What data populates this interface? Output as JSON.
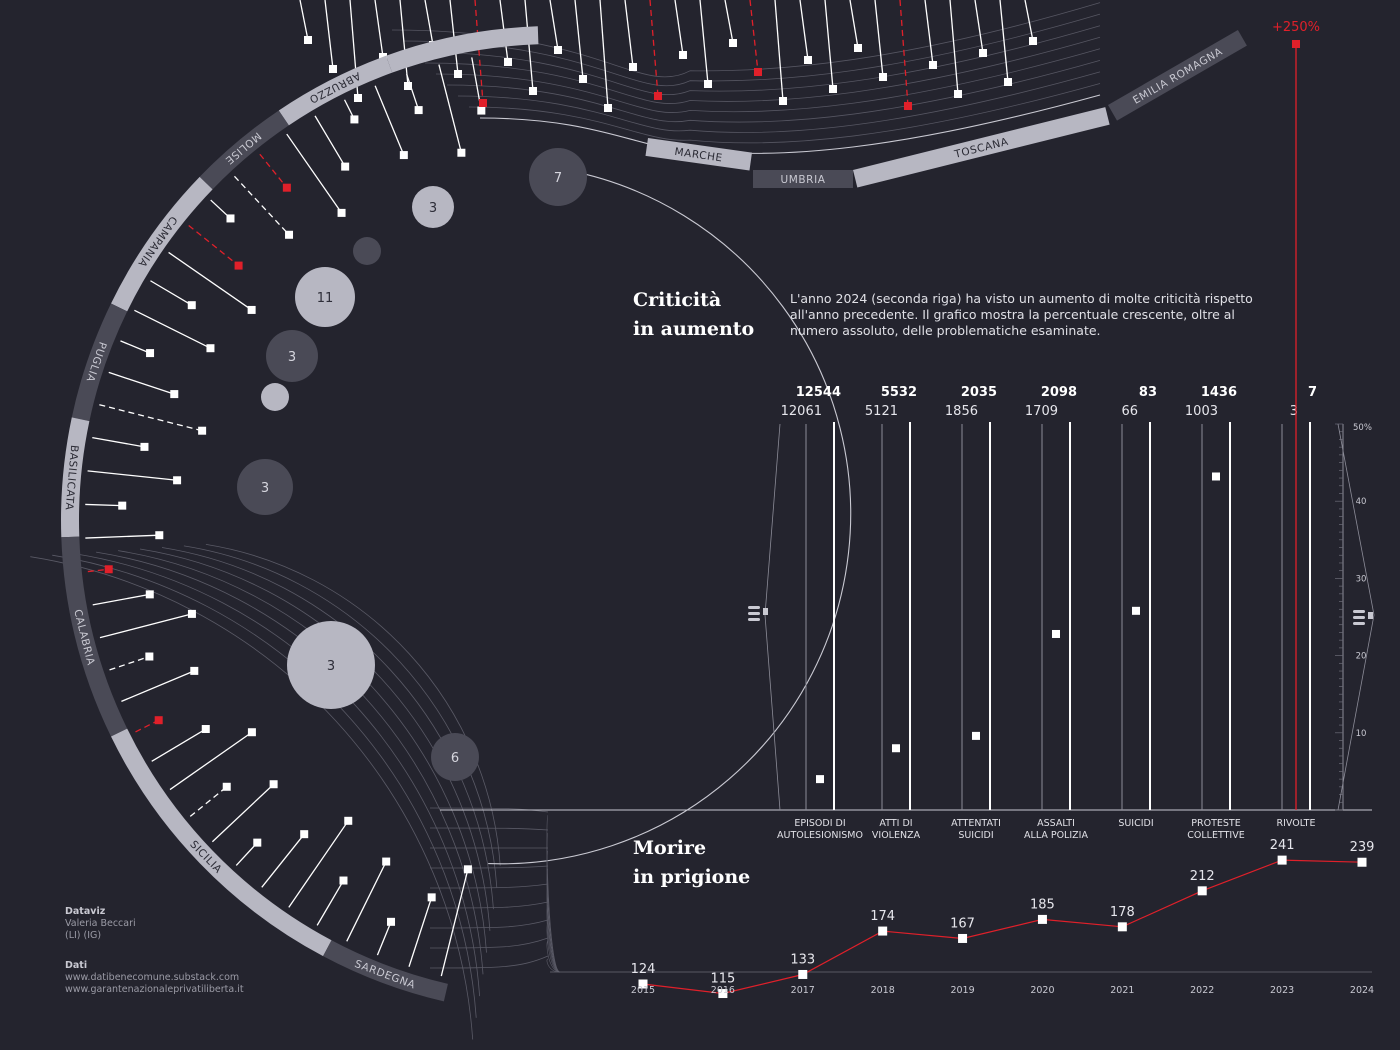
{
  "regions": [
    {
      "name": "ABRUZZO",
      "shade": "light"
    },
    {
      "name": "MOLISE",
      "shade": "dark"
    },
    {
      "name": "CAMPANIA",
      "shade": "light"
    },
    {
      "name": "PUGLIA",
      "shade": "dark"
    },
    {
      "name": "BASILICATA",
      "shade": "light"
    },
    {
      "name": "CALABRIA",
      "shade": "dark"
    },
    {
      "name": "SICILIA",
      "shade": "light"
    },
    {
      "name": "SARDEGNA",
      "shade": "dark"
    },
    {
      "name": "MARCHE",
      "shade": "light"
    },
    {
      "name": "UMBRIA",
      "shade": "dark"
    },
    {
      "name": "TOSCANA",
      "shade": "light"
    },
    {
      "name": "EMILIA ROMAGNA",
      "shade": "dark"
    }
  ],
  "bubbles": [
    {
      "label": "7"
    },
    {
      "label": "3"
    },
    {
      "label": ""
    },
    {
      "label": "11"
    },
    {
      "label": "3"
    },
    {
      "label": ""
    },
    {
      "label": "3"
    },
    {
      "label": "3"
    },
    {
      "label": "6"
    }
  ],
  "section1": {
    "title_line1": "Criticità",
    "title_line2": "in aumento",
    "desc_line1": "L'anno 2024 (seconda riga) ha visto un aumento di molte criticità rispetto",
    "desc_line2": "all'anno precedente. Il grafico mostra la percentuale crescente, oltre al",
    "desc_line3": "numero assoluto, delle problematiche esaminate."
  },
  "section2": {
    "title_line1": "Morire",
    "title_line2": "in prigione"
  },
  "credits": {
    "dataviz_heading": "Dataviz",
    "author": "Valeria Beccari",
    "author_tags": "(LI)  (IG)",
    "data_heading": "Dati",
    "source1": "www.datibenecomune.substack.com",
    "source2": "www.garantenazionaleprivatiliberta.it"
  },
  "colors": {
    "background": "#24242e",
    "accent_red": "#e0202a",
    "white": "#ffffff",
    "band_light": "#b7b7c2",
    "band_dark": "#4a4a56"
  },
  "chart_data": [
    {
      "type": "bar",
      "categories": [
        "EPISODI DI AUTOLESIONISMO",
        "ATTI DI VIOLENZA",
        "ATTENTATI SUICIDI",
        "ASSALTI ALLA POLIZIA",
        "SUICIDI",
        "PROTESTE COLLETTIVE",
        "RIVOLTE"
      ],
      "category_lines": [
        [
          "EPISODI DI",
          "AUTOLESIONISMO"
        ],
        [
          "ATTI DI",
          "VIOLENZA"
        ],
        [
          "ATTENTATI",
          "SUICIDI"
        ],
        [
          "ASSALTI",
          "ALLA POLIZIA"
        ],
        [
          "SUICIDI"
        ],
        [
          "PROTESTE",
          "COLLETTIVE"
        ],
        [
          "RIVOLTE"
        ]
      ],
      "series": [
        {
          "name": "2023",
          "values": [
            12061,
            5121,
            1856,
            1709,
            66,
            1003,
            3
          ]
        },
        {
          "name": "2024",
          "values": [
            12544,
            5532,
            2035,
            2098,
            83,
            1436,
            7
          ]
        }
      ],
      "pct_increase": [
        4,
        8,
        9.6,
        22.8,
        25.8,
        43.2,
        250
      ],
      "pct_axis": {
        "ticks": [
          10,
          20,
          30,
          40
        ],
        "max_label": "50%",
        "ylim": [
          0,
          50
        ]
      },
      "outlier_label": "+250%"
    },
    {
      "type": "line",
      "x": [
        "2015",
        "2016",
        "2017",
        "2018",
        "2019",
        "2020",
        "2021",
        "2022",
        "2023",
        "2024"
      ],
      "values": [
        124,
        115,
        133,
        174,
        167,
        185,
        178,
        212,
        241,
        239
      ],
      "ylim": [
        90,
        260
      ]
    }
  ]
}
